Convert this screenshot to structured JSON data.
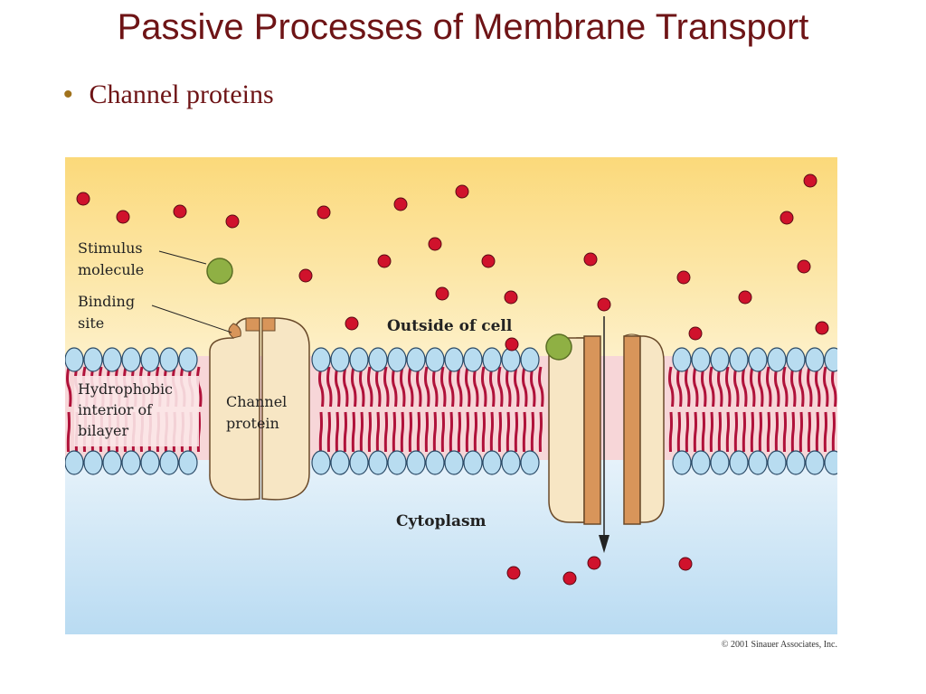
{
  "slide": {
    "title": "Passive Processes of Membrane Transport",
    "bullet": "Channel proteins"
  },
  "diagram": {
    "labels": {
      "stimulus": [
        "Stimulus",
        "molecule"
      ],
      "binding": [
        "Binding",
        "site"
      ],
      "hydrophobic": [
        "Hydrophobic",
        "interior of",
        "bilayer"
      ],
      "channel": [
        "Channel",
        "protein"
      ],
      "outside": "Outside of cell",
      "cytoplasm": "Cytoplasm"
    },
    "colors": {
      "outside_top": "#fbd97a",
      "outside_bottom": "#fdf0c8",
      "cytoplasm_top": "#e6f2fa",
      "cytoplasm_bottom": "#b9dbf2",
      "lipid_head": "#b8dcf0",
      "lipid_tail": "#b0123a",
      "bilayer_core": "#f7d6d8",
      "protein": "#f7e6c4",
      "protein_dark": "#d8955a",
      "ion": "#d0122c",
      "stimulus_molecule": "#8fb044"
    }
  },
  "copyright": "© 2001 Sinauer Associates, Inc."
}
